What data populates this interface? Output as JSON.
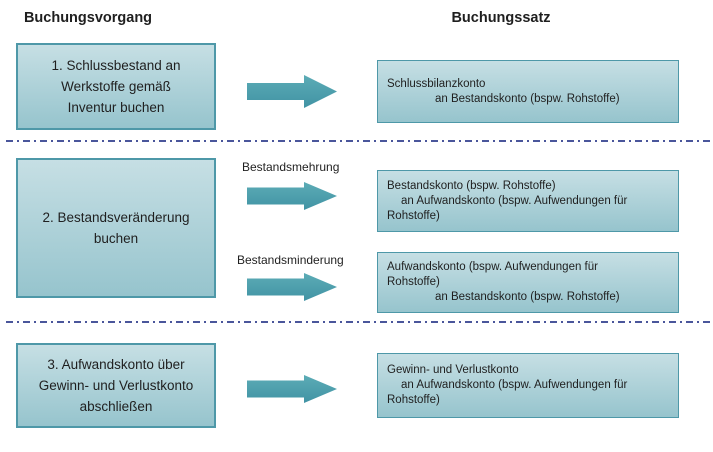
{
  "headers": {
    "left": "Buchungsvorgang",
    "right": "Buchungssatz"
  },
  "colors": {
    "box_fill_top": "#c6dfe4",
    "box_fill_bottom": "#96c4cd",
    "box_border": "#4e98a8",
    "arrow_top": "#5cacb6",
    "arrow_bottom": "#4193a4",
    "divider": "#4a569b",
    "text": "#1f1f1f"
  },
  "icons": {
    "right_arrow": "block-arrow-right"
  },
  "rows": [
    {
      "step_lines": [
        "1. Schlussbestand an",
        "Werkstoffe gemäß",
        "Inventur buchen"
      ],
      "entries": [
        {
          "lines": [
            "Schlussbilanzkonto",
            "an Bestandskonto (bspw. Rohstoffe)"
          ]
        }
      ]
    },
    {
      "step_lines": [
        "2. Bestandsveränderung",
        "buchen"
      ],
      "arrow_labels": [
        "Bestandsmehrung",
        "Bestandsminderung"
      ],
      "entries": [
        {
          "lines": [
            "Bestandskonto (bspw. Rohstoffe)",
            "an Aufwandskonto (bspw. Aufwendungen für",
            "Rohstoffe)"
          ]
        },
        {
          "lines": [
            "Aufwandskonto (bspw. Aufwendungen für",
            "Rohstoffe)",
            "an Bestandskonto (bspw. Rohstoffe)"
          ]
        }
      ]
    },
    {
      "step_lines": [
        "3. Aufwandskonto über",
        "Gewinn- und Verlustkonto",
        "abschließen"
      ],
      "entries": [
        {
          "lines": [
            "Gewinn- und Verlustkonto",
            "an Aufwandskonto (bspw. Aufwendungen für",
            "Rohstoffe)"
          ]
        }
      ]
    }
  ]
}
